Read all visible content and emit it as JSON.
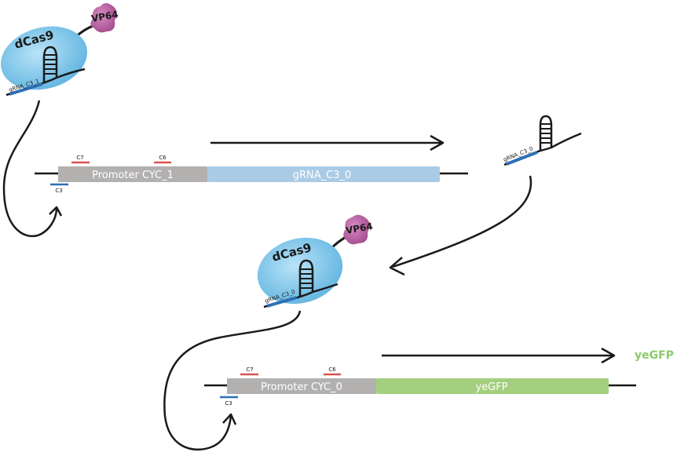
{
  "top_complex": {
    "protein": "dCas9",
    "activator": "VP64",
    "guide": "gRNA_C3_1"
  },
  "construct_1": {
    "promoter": "Promoter CYC_1",
    "gene": "gRNA_C3_0",
    "site_c7": "C7",
    "site_c6": "C6",
    "site_c3": "C3"
  },
  "free_guide": {
    "label": "gRNA_C3_0"
  },
  "bottom_complex": {
    "protein": "dCas9",
    "activator": "VP64",
    "guide": "gRNA_C3_0"
  },
  "construct_2": {
    "promoter": "Promoter CYC_0",
    "gene": "yeGFP",
    "site_c7": "C7",
    "site_c6": "C6",
    "site_c3": "C3"
  },
  "output": {
    "label": "yeGFP"
  },
  "colors": {
    "dcas9_fill": "#7cc6ea",
    "vp64_fill": "#b5559c",
    "promoter_fill": "#b3b0b0",
    "grna_gene_fill": "#a9cbe6",
    "yegfp_gene_fill": "#a3cf7f",
    "site_red": "#d9534f",
    "site_blue": "#2d6fb3",
    "output_green": "#8cc96a"
  }
}
